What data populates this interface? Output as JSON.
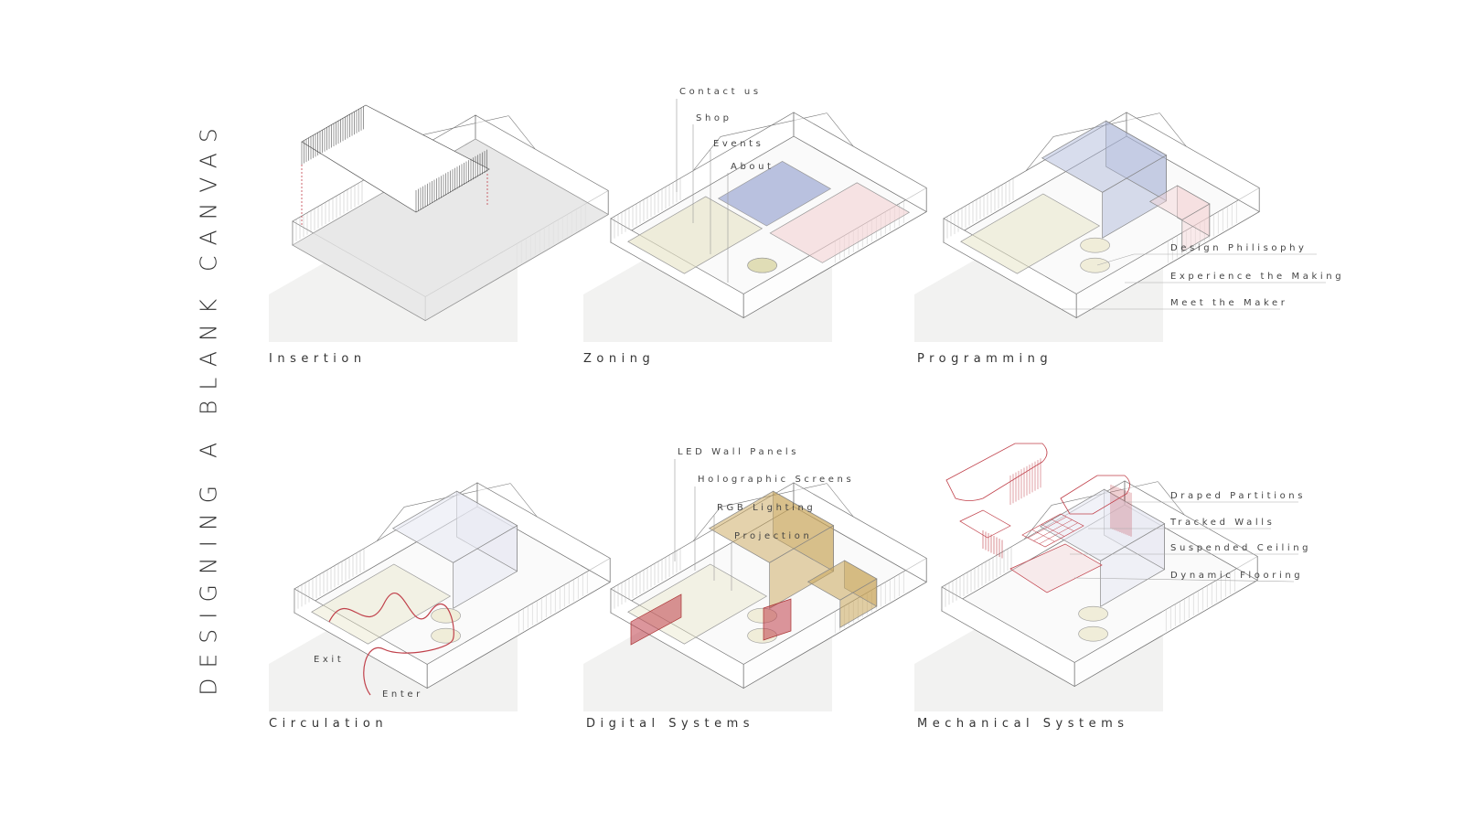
{
  "title": "DESIGNING A BLANK CANVAS",
  "panels": {
    "insertion": {
      "label": "Insertion"
    },
    "zoning": {
      "label": "Zoning",
      "callouts": [
        "Contact us",
        "Shop",
        "Events",
        "About"
      ]
    },
    "programming": {
      "label": "Programming",
      "callouts": [
        "Design Philisophy",
        "Experience the Making",
        "Meet the Maker"
      ]
    },
    "circulation": {
      "label": "Circulation",
      "markers": [
        "Exit",
        "Enter"
      ]
    },
    "digital": {
      "label": "Digital Systems",
      "callouts": [
        "LED Wall Panels",
        "Holographic Screens",
        "RGB Lighting",
        "Projection"
      ]
    },
    "mechanical": {
      "label": "Mechanical Systems",
      "callouts": [
        "Draped Partitions",
        "Tracked Walls",
        "Suspended Ceiling",
        "Dynamic Flooring"
      ]
    }
  },
  "colors": {
    "line": "#777777",
    "accent_red": "#c0404a",
    "zone_blue": "#a9b3d8",
    "zone_yellow": "#e6e3c4",
    "zone_pink": "#f3d2d4",
    "zone_gold": "#c9a55a",
    "ground": "#f2f2f1"
  }
}
